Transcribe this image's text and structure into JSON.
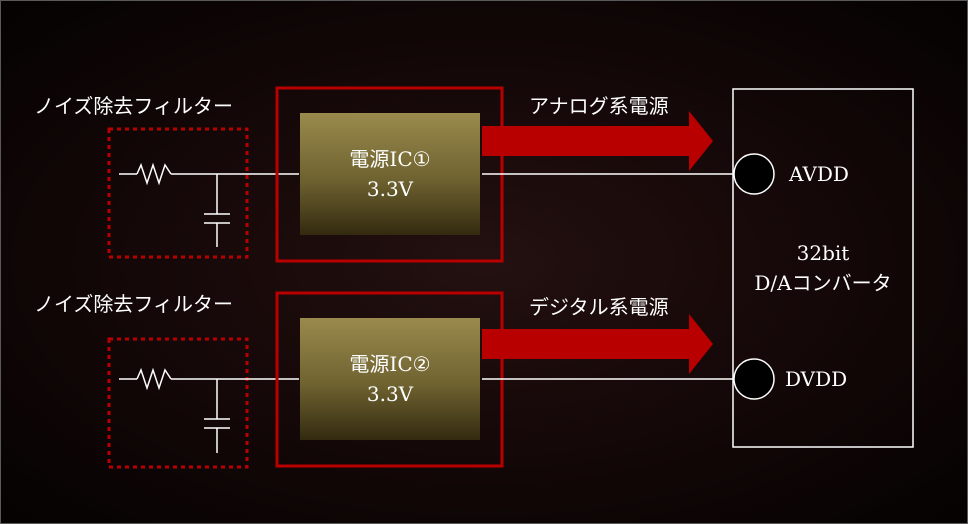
{
  "filter_labels": [
    "ノイズ除去フィルター",
    "ノイズ除去フィルター"
  ],
  "regulators": [
    {
      "name": "電源IC①",
      "voltage": "3.3V"
    },
    {
      "name": "電源IC②",
      "voltage": "3.3V"
    }
  ],
  "supply_labels": [
    "アナログ系電源",
    "デジタル系電源"
  ],
  "converter": {
    "line1": "32bit",
    "line2": "D/Aコンバータ"
  },
  "pins": [
    "AVDD",
    "DVDD"
  ],
  "colors": {
    "background": "#130707",
    "accent_red": "#b80000",
    "ic_gold": "#8a7a3e",
    "line": "#ffffff"
  }
}
